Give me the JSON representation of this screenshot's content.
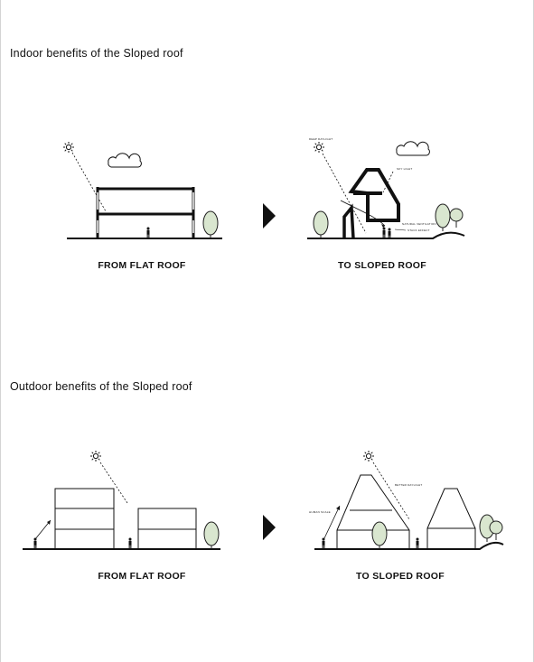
{
  "section_indoor": {
    "title": "Indoor benefits of the Sloped roof",
    "left_caption": "FROM FLAT ROOF",
    "right_caption": "TO SLOPED ROOF",
    "annotations": {
      "deep_daylight": "DEEP DAYLIGHT",
      "vertical_light": "SKY LIGHT",
      "ventilation": "NATURAL VENTILATION",
      "stack_effect": "STACK EFFECT"
    }
  },
  "section_outdoor": {
    "title": "Outdoor benefits of the Sloped roof",
    "left_caption": "FROM FLAT ROOF",
    "right_caption": "TO SLOPED ROOF",
    "annotations": {
      "better_daylight": "BETTER DAYLIGHT",
      "human_scale": "HUMAN SCALE"
    }
  },
  "colors": {
    "ink": "#111111",
    "tree_fill": "#d9e6cf",
    "tree_stroke": "#222222",
    "background": "#ffffff"
  },
  "icons": {
    "sun": "sun-icon",
    "cloud": "cloud-icon",
    "arrow": "play-triangle-icon",
    "person": "person-icon",
    "tree": "tree-icon"
  }
}
